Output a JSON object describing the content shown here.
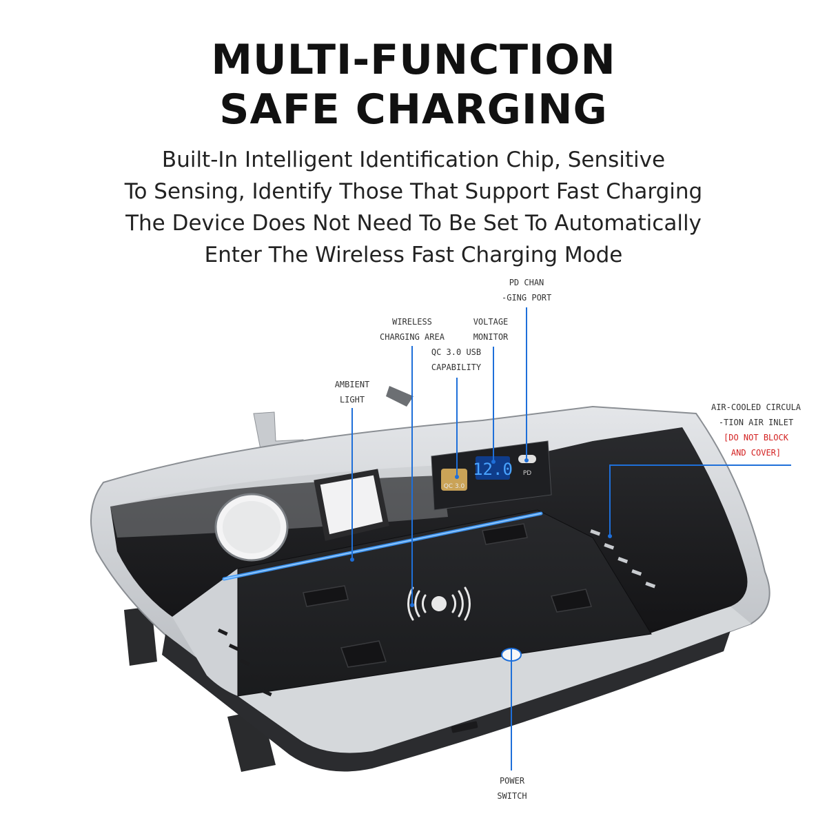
{
  "headline": {
    "line1": "MULTI-FUNCTION",
    "line2": "SAFE CHARGING"
  },
  "description": [
    "Built-In Intelligent Identification Chip, Sensitive",
    "To Sensing, Identify Those That Support Fast Charging",
    "The Device Does Not Need To Be Set To Automatically",
    "Enter The Wireless Fast Charging Mode"
  ],
  "callouts": {
    "pd_port": [
      "PD CHAN",
      "-GING PORT"
    ],
    "wireless_area": [
      "WIRELESS",
      "CHARGING AREA"
    ],
    "voltage_monitor": [
      "VOLTAGE",
      "MONITOR"
    ],
    "qc_usb": [
      "QC 3.0 USB",
      "CAPABILITY"
    ],
    "ambient_light": [
      "AMBIENT",
      "LIGHT"
    ],
    "air_inlet": [
      "AIR-COOLED CIRCULA",
      "-TION AIR INLET"
    ],
    "air_inlet_warning": [
      "[DO NOT BLOCK",
      "AND COVER]"
    ],
    "power_switch": [
      "POWER",
      "SWITCH"
    ]
  },
  "device": {
    "voltage_display": "12.0",
    "usb_port_label": "QC 3.0",
    "pd_port_label": "PD"
  },
  "colors": {
    "accent_blue": "#1e6fd9",
    "warning_red": "#d32020",
    "tray_dark": "#1c1c1e",
    "trim_silver": "#c9ccd0"
  },
  "icons": [
    "wireless-charging-icon",
    "power-button-icon"
  ]
}
